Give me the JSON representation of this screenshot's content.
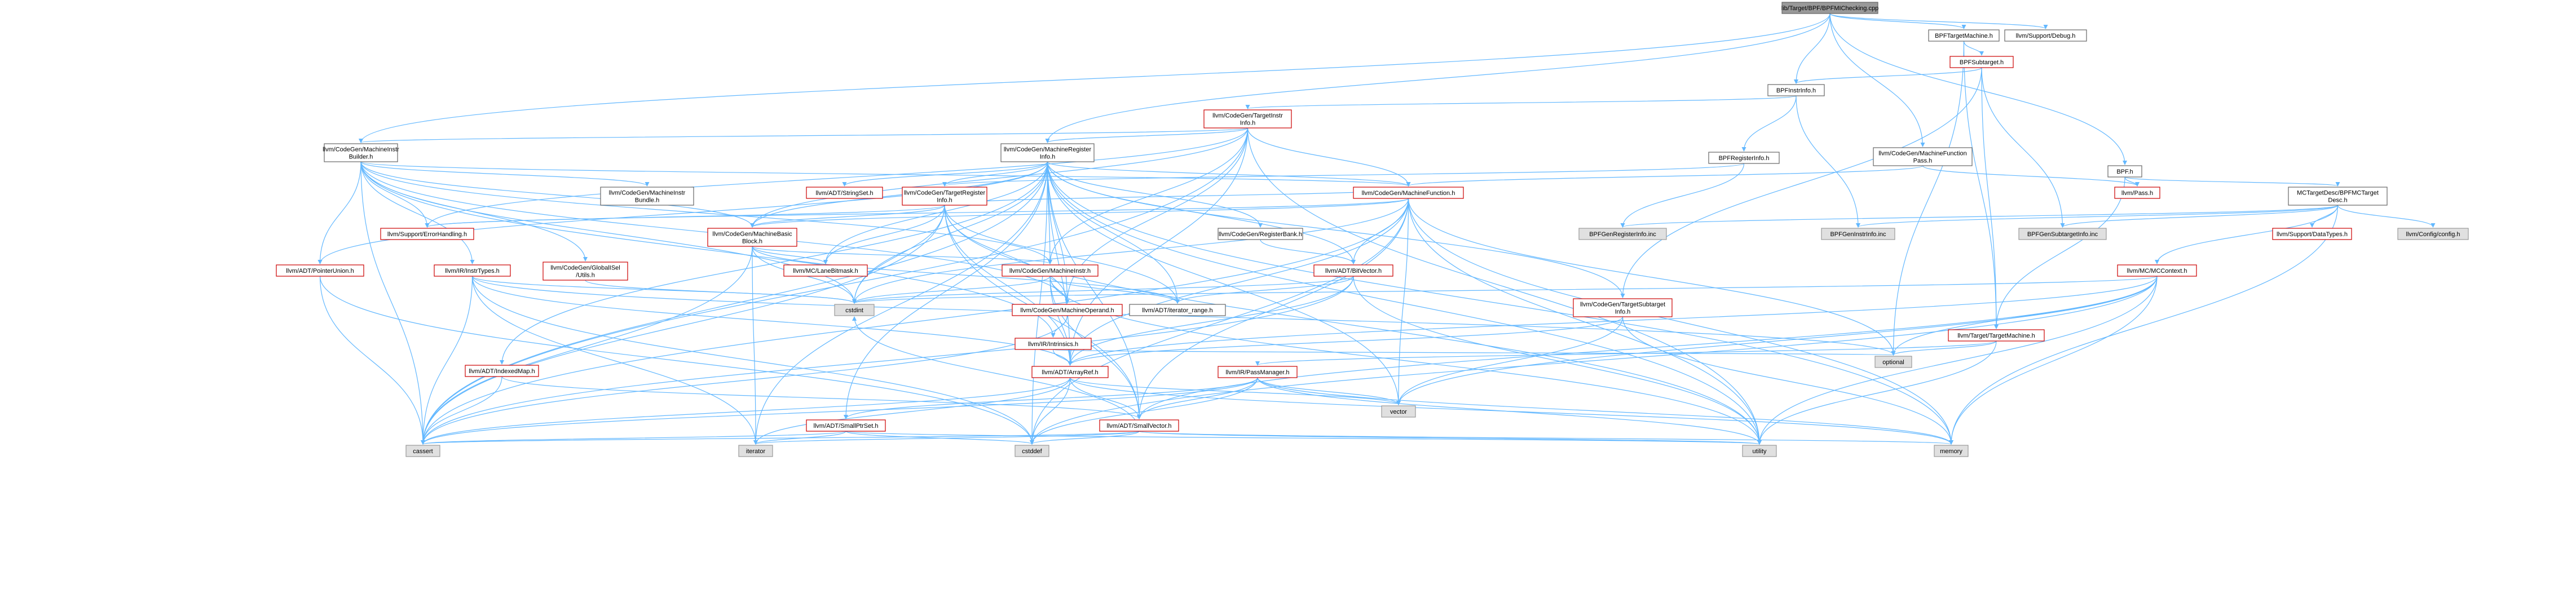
{
  "graph": {
    "edge_color": "#63b8ff",
    "root_color": "#999999",
    "missing_color": "#cc0000",
    "nodes": [
      {
        "id": "root",
        "lines": [
          "lib/Target/BPF/BPFMIChecking.cpp"
        ],
        "style": "root"
      },
      {
        "id": "bpftm",
        "lines": [
          "BPFTargetMachine.h"
        ],
        "style": "plain"
      },
      {
        "id": "dbg",
        "lines": [
          "llvm/Support/Debug.h"
        ],
        "style": "plain"
      },
      {
        "id": "subtarget",
        "lines": [
          "BPFSubtarget.h"
        ],
        "style": "red"
      },
      {
        "id": "instrinfo",
        "lines": [
          "BPFInstrInfo.h"
        ],
        "style": "plain"
      },
      {
        "id": "tii",
        "lines": [
          "llvm/CodeGen/TargetInstr",
          "Info.h"
        ],
        "style": "red"
      },
      {
        "id": "bpfh",
        "lines": [
          "BPF.h"
        ],
        "style": "plain"
      },
      {
        "id": "mib",
        "lines": [
          "llvm/CodeGen/MachineInstr",
          "Builder.h"
        ],
        "style": "plain"
      },
      {
        "id": "mri",
        "lines": [
          "llvm/CodeGen/MachineRegister",
          "Info.h"
        ],
        "style": "plain"
      },
      {
        "id": "bpfreg",
        "lines": [
          "BPFRegisterInfo.h"
        ],
        "style": "plain"
      },
      {
        "id": "mfpass",
        "lines": [
          "llvm/CodeGen/MachineFunction",
          "Pass.h"
        ],
        "style": "plain"
      },
      {
        "id": "mctd",
        "lines": [
          "MCTargetDesc/BPFMCTarget",
          "Desc.h"
        ],
        "style": "plain"
      },
      {
        "id": "mibundle",
        "lines": [
          "llvm/CodeGen/MachineInstr",
          "Bundle.h"
        ],
        "style": "plain"
      },
      {
        "id": "strset",
        "lines": [
          "llvm/ADT/StringSet.h"
        ],
        "style": "red"
      },
      {
        "id": "tri",
        "lines": [
          "llvm/CodeGen/TargetRegister",
          "Info.h"
        ],
        "style": "red"
      },
      {
        "id": "mf",
        "lines": [
          "llvm/CodeGen/MachineFunction.h"
        ],
        "style": "red"
      },
      {
        "id": "pass",
        "lines": [
          "llvm/Pass.h"
        ],
        "style": "red"
      },
      {
        "id": "errh",
        "lines": [
          "llvm/Support/ErrorHandling.h"
        ],
        "style": "red"
      },
      {
        "id": "mbb",
        "lines": [
          "llvm/CodeGen/MachineBasic",
          "Block.h"
        ],
        "style": "red"
      },
      {
        "id": "rb",
        "lines": [
          "llvm/CodeGen/RegisterBank.h"
        ],
        "style": "plain"
      },
      {
        "id": "genreg",
        "lines": [
          "BPFGenRegisterInfo.inc"
        ],
        "style": "gray"
      },
      {
        "id": "geninstr",
        "lines": [
          "BPFGenInstrInfo.inc"
        ],
        "style": "gray"
      },
      {
        "id": "gensub",
        "lines": [
          "BPFGenSubtargetInfo.inc"
        ],
        "style": "gray"
      },
      {
        "id": "datatypes",
        "lines": [
          "llvm/Support/DataTypes.h"
        ],
        "style": "red"
      },
      {
        "id": "config",
        "lines": [
          "llvm/Config/config.h"
        ],
        "style": "gray"
      },
      {
        "id": "ptrunion",
        "lines": [
          "llvm/ADT/PointerUnion.h"
        ],
        "style": "red"
      },
      {
        "id": "instrtypes",
        "lines": [
          "llvm/IR/InstrTypes.h"
        ],
        "style": "red"
      },
      {
        "id": "gisel",
        "lines": [
          "llvm/CodeGen/GlobalISel",
          "/Utils.h"
        ],
        "style": "red"
      },
      {
        "id": "lanebm",
        "lines": [
          "llvm/MC/LaneBitmask.h"
        ],
        "style": "red"
      },
      {
        "id": "mi",
        "lines": [
          "llvm/CodeGen/MachineInstr.h"
        ],
        "style": "red"
      },
      {
        "id": "bitvec",
        "lines": [
          "llvm/ADT/BitVector.h"
        ],
        "style": "red"
      },
      {
        "id": "mccontext",
        "lines": [
          "llvm/MC/MCContext.h"
        ],
        "style": "red"
      },
      {
        "id": "cstdint",
        "lines": [
          "cstdint"
        ],
        "style": "gray"
      },
      {
        "id": "mo",
        "lines": [
          "llvm/CodeGen/MachineOperand.h"
        ],
        "style": "red"
      },
      {
        "id": "iterrange",
        "lines": [
          "llvm/ADT/iterator_range.h"
        ],
        "style": "plain"
      },
      {
        "id": "tsi",
        "lines": [
          "llvm/CodeGen/TargetSubtarget",
          "Info.h"
        ],
        "style": "red"
      },
      {
        "id": "tm",
        "lines": [
          "llvm/Target/TargetMachine.h"
        ],
        "style": "red"
      },
      {
        "id": "intrinsics",
        "lines": [
          "llvm/IR/Intrinsics.h"
        ],
        "style": "red"
      },
      {
        "id": "optional",
        "lines": [
          "optional"
        ],
        "style": "gray"
      },
      {
        "id": "indexedmap",
        "lines": [
          "llvm/ADT/IndexedMap.h"
        ],
        "style": "red"
      },
      {
        "id": "arrayref",
        "lines": [
          "llvm/ADT/ArrayRef.h"
        ],
        "style": "red"
      },
      {
        "id": "passmgr",
        "lines": [
          "llvm/IR/PassManager.h"
        ],
        "style": "red"
      },
      {
        "id": "vector",
        "lines": [
          "vector"
        ],
        "style": "gray"
      },
      {
        "id": "smallptrset",
        "lines": [
          "llvm/ADT/SmallPtrSet.h"
        ],
        "style": "red"
      },
      {
        "id": "smallvec",
        "lines": [
          "llvm/ADT/SmallVector.h"
        ],
        "style": "red"
      },
      {
        "id": "cassert",
        "lines": [
          "cassert"
        ],
        "style": "gray"
      },
      {
        "id": "iterator",
        "lines": [
          "iterator"
        ],
        "style": "gray"
      },
      {
        "id": "cstddef",
        "lines": [
          "cstddef"
        ],
        "style": "gray"
      },
      {
        "id": "utility",
        "lines": [
          "utility"
        ],
        "style": "gray"
      },
      {
        "id": "memory",
        "lines": [
          "memory"
        ],
        "style": "gray"
      }
    ]
  }
}
